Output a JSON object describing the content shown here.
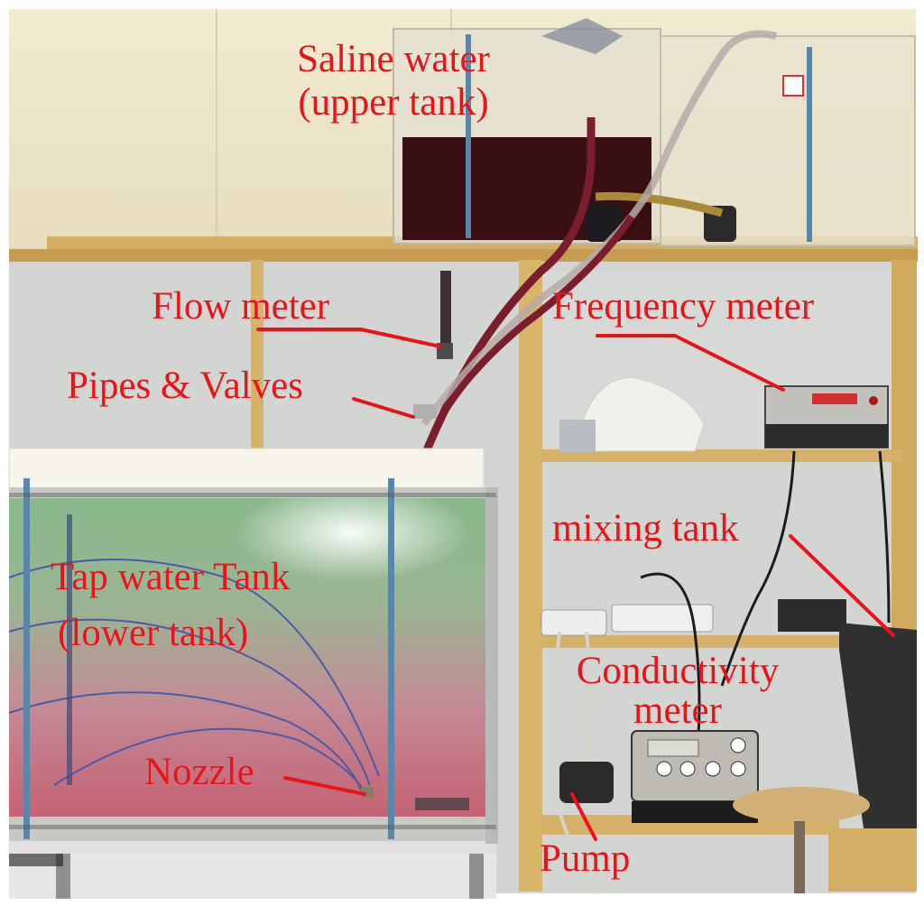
{
  "labels": {
    "saline_line1": "Saline water",
    "saline_line2": "(upper tank)",
    "flow_meter": "Flow meter",
    "pipes_valves": "Pipes & Valves",
    "frequency_meter": "Frequency meter",
    "mixing_tank": "mixing tank",
    "tap_line1": "Tap water Tank",
    "tap_line2": "(lower tank)",
    "conductivity_line1": "Conductivity",
    "conductivity_line2": "meter",
    "nozzle": "Nozzle",
    "pump": "Pump"
  },
  "colors": {
    "label_red": "#e8141c",
    "wall": "#ece5c9",
    "shelf_wood": "#d9b66e",
    "saline_liquid": "#3a0f14",
    "tube": "#7a1e2e",
    "tank_water_top": "#7fae7a",
    "tank_water_bottom": "#c86a7a"
  }
}
